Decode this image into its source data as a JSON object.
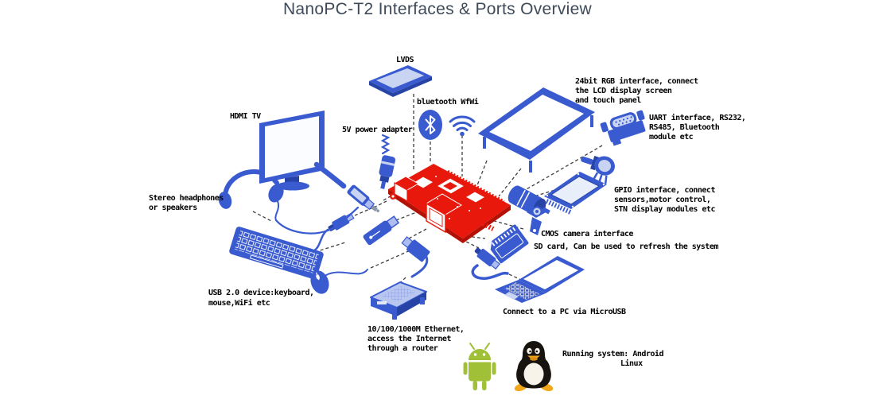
{
  "title": "NanoPC-T2 Interfaces & Ports Overview",
  "colors": {
    "peripheral_blue": "#3A5BD0",
    "peripheral_blue_dark": "#2843A6",
    "peripheral_blue_light": "#C9D4F3",
    "board_red": "#E8190C",
    "board_red_dark": "#B41106",
    "android_green": "#A0C037",
    "tux_black": "#17130E",
    "tux_belly": "#F7F3EA",
    "tux_orange": "#F2A71B",
    "connector_gray": "#3F3F3F",
    "title_color": "#3E4A58",
    "label_color": "#000000"
  },
  "labels": {
    "lvds": "LVDS",
    "bluetooth_wifi": "bluetooth WfWi",
    "power_adapter": "5V power adapter",
    "hdmi_tv": "HDMI TV",
    "headphones": [
      "Stereo headphones",
      "or speakers"
    ],
    "usb_devices": [
      "USB 2.0 device:keyboard,",
      "mouse,WiFi etc"
    ],
    "rgb_interface": [
      "24bit RGB interface, connect",
      "the LCD display screen",
      "and touch panel"
    ],
    "uart_interface": [
      "UART interface, RS232,",
      "RS485, Bluetooth",
      "module etc"
    ],
    "gpio_interface": [
      "GPIO interface, connect",
      "sensors,motor control,",
      "STN display modules etc"
    ],
    "cmos_camera": "CMOS camera interface",
    "sd_card": "SD card, Can be used to refresh the system",
    "microusb": "Connect to a PC via MicroUSB",
    "ethernet": [
      "10/100/1000M Ethernet,",
      "access the Internet",
      "through a router"
    ],
    "running_system": [
      "Running system: Android",
      "Linux"
    ]
  }
}
